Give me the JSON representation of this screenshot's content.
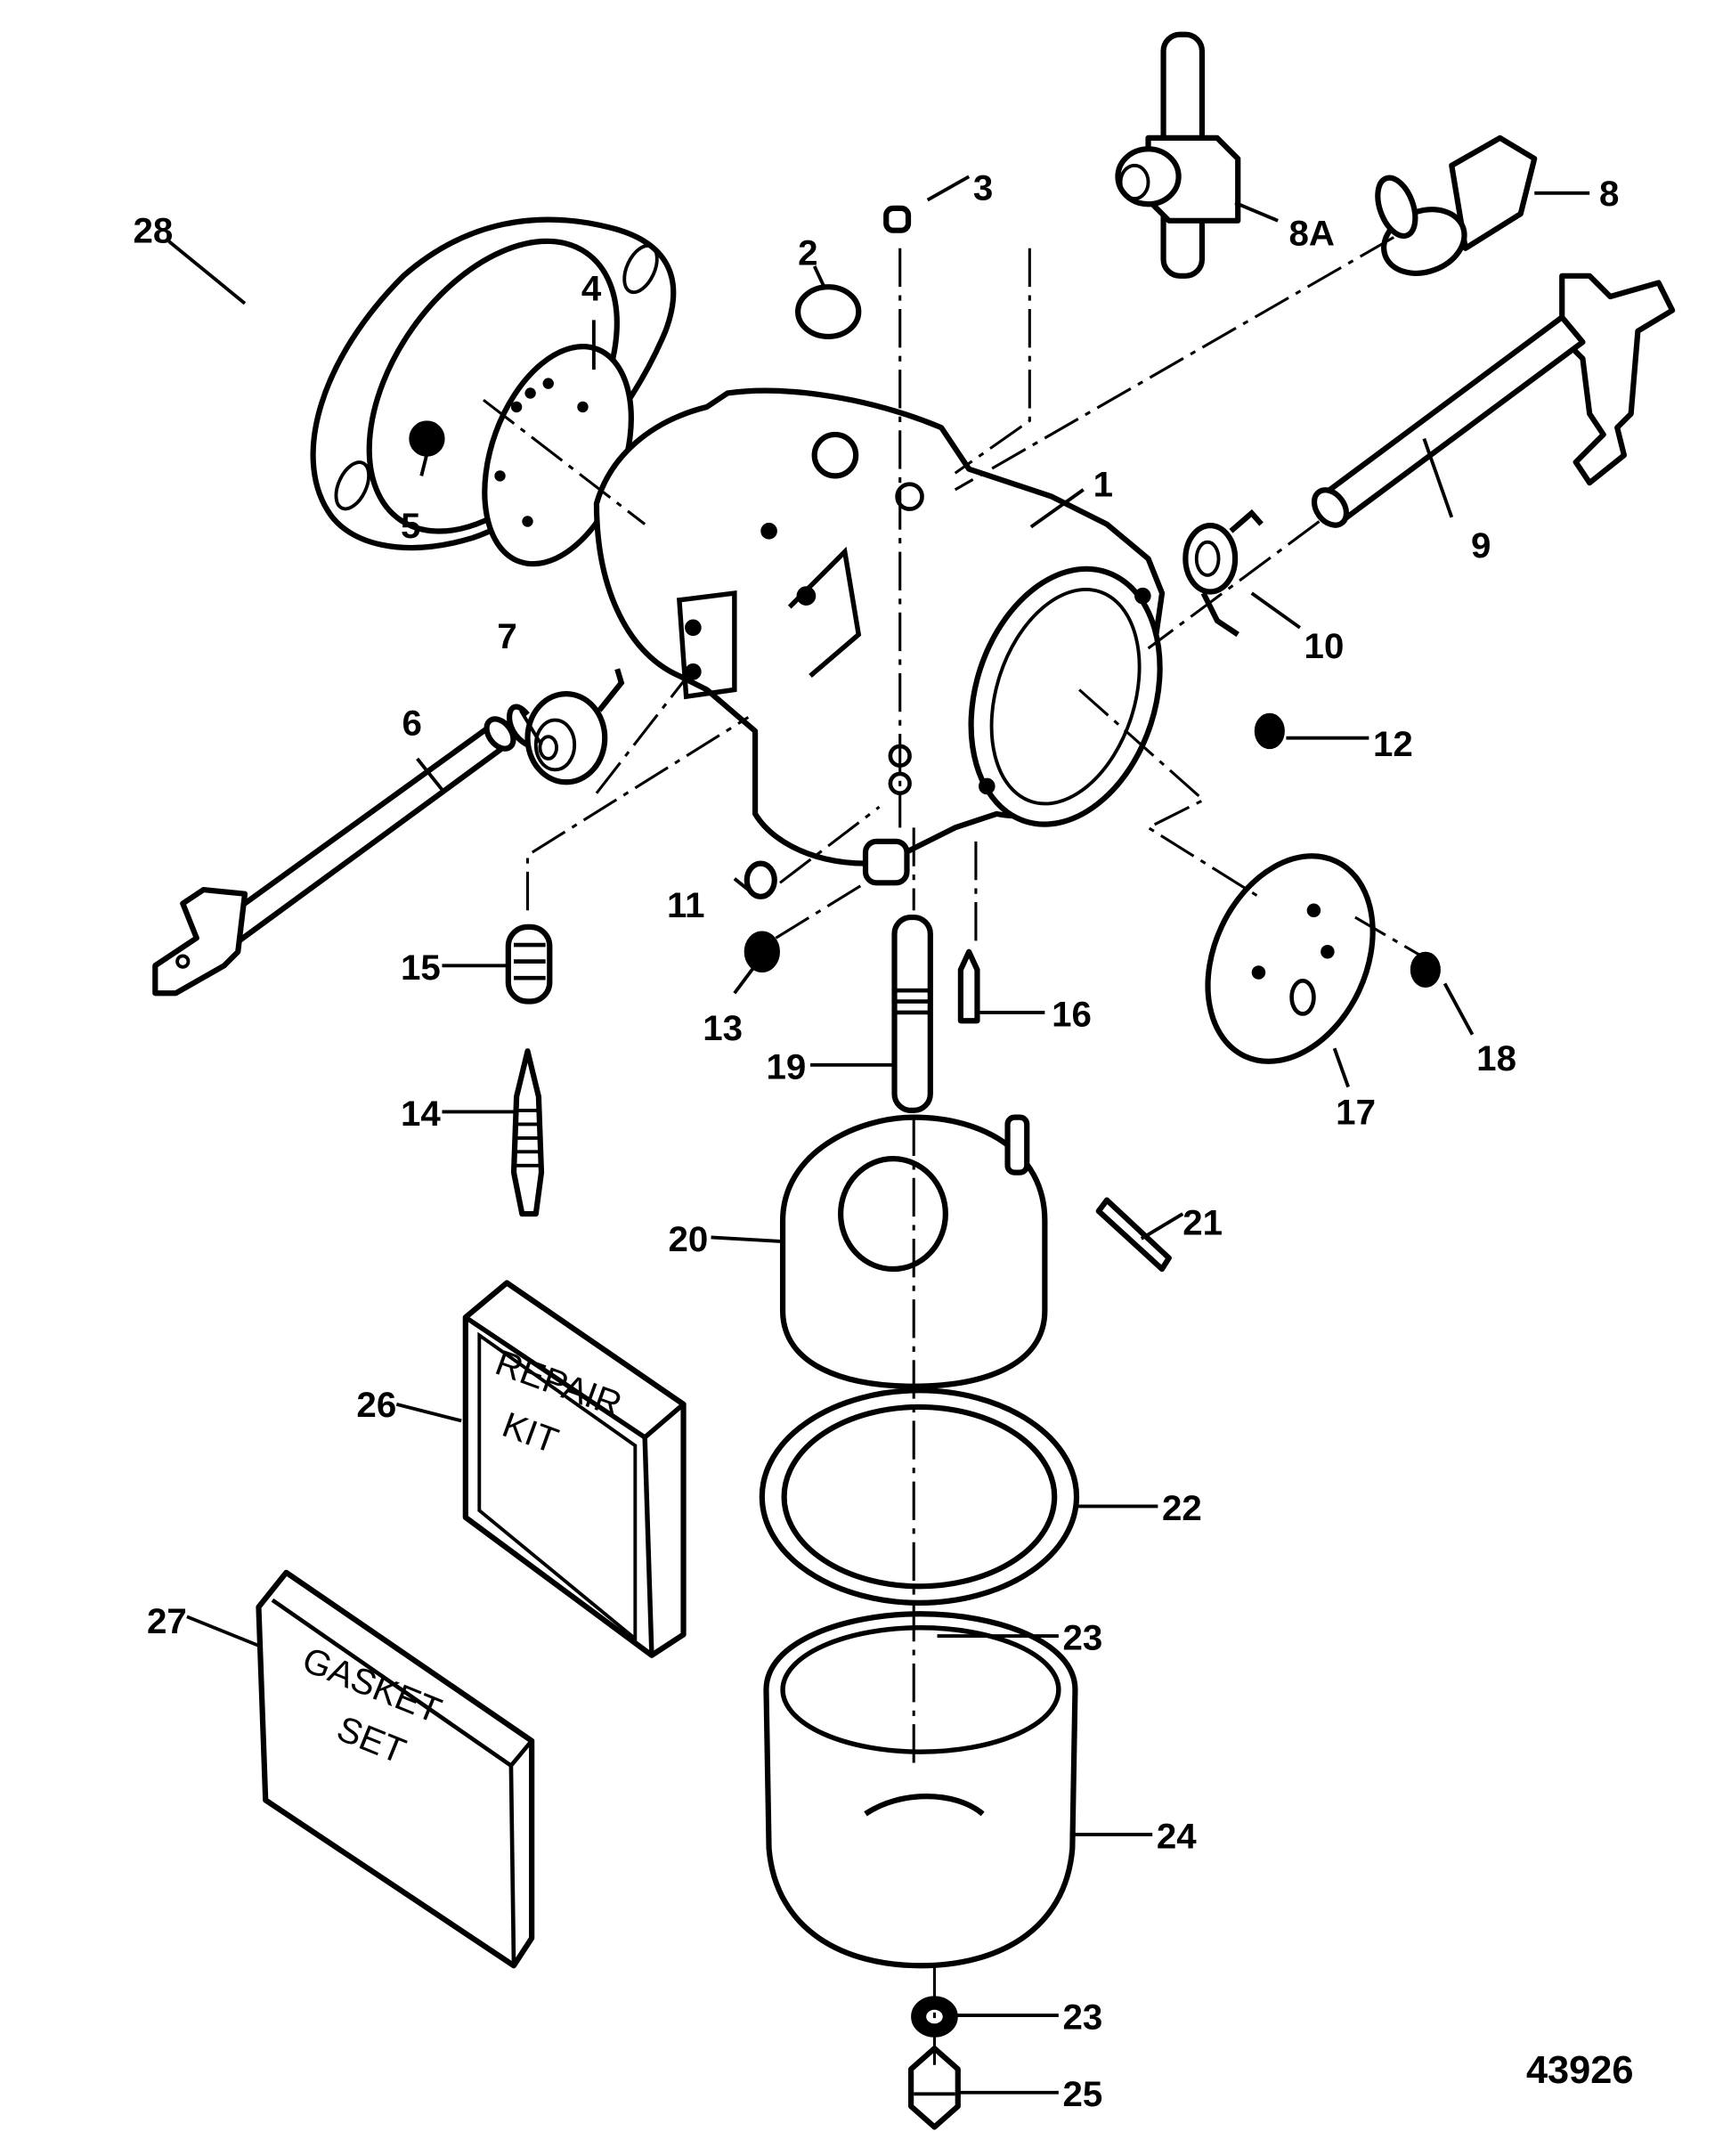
{
  "diagram": {
    "title": "Carburetor exploded parts diagram",
    "figure_number": "43926",
    "kit_labels": {
      "repair_kit": [
        "REPAIR",
        "KIT"
      ],
      "gasket_set": [
        "GASKET",
        "SET"
      ]
    },
    "callouts": [
      {
        "id": "1",
        "part": "carburetor-body"
      },
      {
        "id": "2",
        "part": "plug"
      },
      {
        "id": "3",
        "part": "plug-small"
      },
      {
        "id": "4",
        "part": "cover-plate"
      },
      {
        "id": "5",
        "part": "screw"
      },
      {
        "id": "6",
        "part": "throttle-shaft"
      },
      {
        "id": "7",
        "part": "spring"
      },
      {
        "id": "8",
        "part": "fuel-fitting-elbow"
      },
      {
        "id": "8A",
        "part": "fuel-fitting-tee"
      },
      {
        "id": "9",
        "part": "shaft-with-lever"
      },
      {
        "id": "10",
        "part": "spring"
      },
      {
        "id": "11",
        "part": "washer"
      },
      {
        "id": "12",
        "part": "screw"
      },
      {
        "id": "13",
        "part": "screw"
      },
      {
        "id": "14",
        "part": "needle-screw"
      },
      {
        "id": "15",
        "part": "spring"
      },
      {
        "id": "16",
        "part": "pin"
      },
      {
        "id": "17",
        "part": "plate"
      },
      {
        "id": "18",
        "part": "screw"
      },
      {
        "id": "19",
        "part": "nozzle"
      },
      {
        "id": "20",
        "part": "float"
      },
      {
        "id": "21",
        "part": "float-pin"
      },
      {
        "id": "22",
        "part": "gasket-ring"
      },
      {
        "id": "23",
        "part": "washer"
      },
      {
        "id": "24",
        "part": "float-bowl"
      },
      {
        "id": "25",
        "part": "drain-nut"
      },
      {
        "id": "26",
        "part": "repair-kit"
      },
      {
        "id": "27",
        "part": "gasket-set"
      },
      {
        "id": "28",
        "part": "flange-gasket"
      }
    ]
  }
}
